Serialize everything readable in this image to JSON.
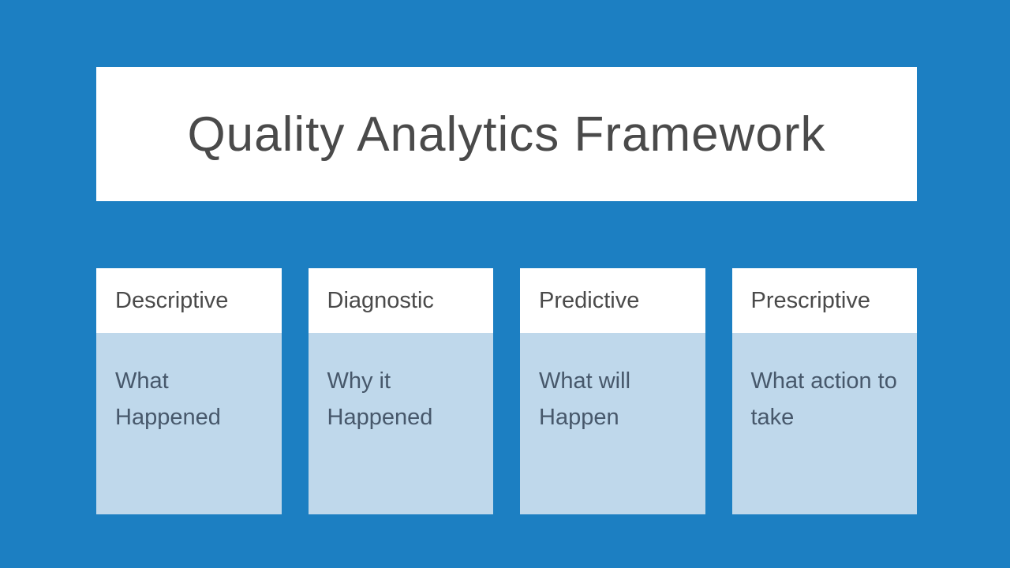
{
  "slide": {
    "title": "Quality Analytics Framework"
  },
  "cards": [
    {
      "label": "Descriptive",
      "description": "What Happened"
    },
    {
      "label": "Diagnostic",
      "description": "Why it Happened"
    },
    {
      "label": "Predictive",
      "description": "What will Happen"
    },
    {
      "label": "Prescriptive",
      "description": "What action to take"
    }
  ],
  "colors": {
    "background": "#1C7FC2",
    "card_header_bg": "#FFFFFF",
    "card_body_bg": "#BFD8EB",
    "title_text": "#4A4A4A",
    "body_text": "#47586B"
  }
}
